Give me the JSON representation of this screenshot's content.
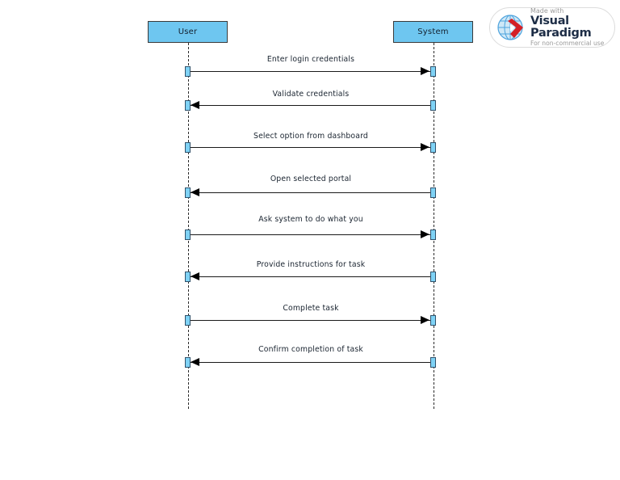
{
  "diagram": {
    "type": "uml-sequence-diagram",
    "lifelines": [
      {
        "id": "user",
        "label": "User"
      },
      {
        "id": "system",
        "label": "System"
      }
    ],
    "messages": [
      {
        "index": 1,
        "label": "Enter login credentials",
        "from": "user",
        "to": "system",
        "direction": "right"
      },
      {
        "index": 2,
        "label": "Validate credentials",
        "from": "system",
        "to": "user",
        "direction": "left"
      },
      {
        "index": 3,
        "label": "Select option from dashboard",
        "from": "user",
        "to": "system",
        "direction": "right"
      },
      {
        "index": 4,
        "label": "Open selected portal",
        "from": "system",
        "to": "user",
        "direction": "left"
      },
      {
        "index": 5,
        "label": "Ask system to do what you",
        "from": "user",
        "to": "system",
        "direction": "right"
      },
      {
        "index": 6,
        "label": "Provide instructions for task",
        "from": "system",
        "to": "user",
        "direction": "left"
      },
      {
        "index": 7,
        "label": "Complete task",
        "from": "user",
        "to": "system",
        "direction": "right"
      },
      {
        "index": 8,
        "label": "Confirm completion of task",
        "from": "system",
        "to": "user",
        "direction": "left"
      }
    ],
    "colors": {
      "lifeline_head_fill": "#6ec6f0",
      "lifeline_head_border": "#3a3a3a",
      "activation_fill": "#7fd2f5",
      "activation_border": "#31526b",
      "message_line": "#1a1a1a",
      "label_text": "#1a2430",
      "background": "#ffffff"
    }
  },
  "watermark": {
    "made_with": "Made with",
    "brand": "Visual Paradigm",
    "license": "For non-commercial use",
    "brand_color": "#1d2d46",
    "muted_color": "#9a9a9a",
    "logo_globe_color": "#4ea3dd",
    "logo_mark_color": "#d32027"
  }
}
